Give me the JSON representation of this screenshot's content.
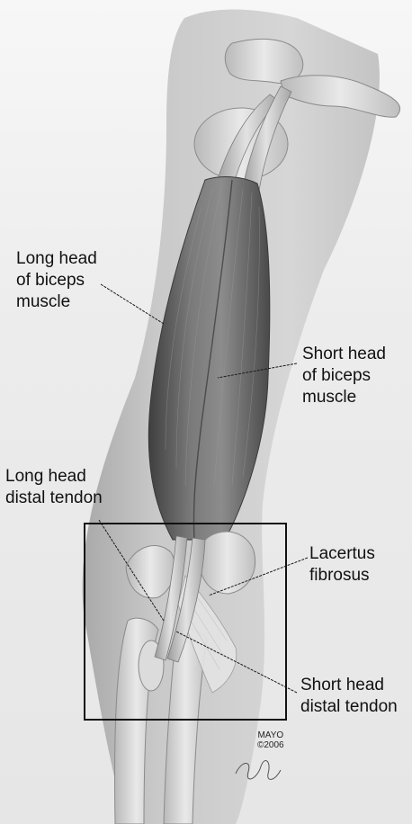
{
  "labels": {
    "long_head_muscle": [
      "Long head",
      "of biceps",
      "muscle"
    ],
    "short_head_muscle": [
      "Short head",
      "of biceps",
      "muscle"
    ],
    "long_head_tendon": [
      "Long head",
      "distal tendon"
    ],
    "lacertus_fibrosus": [
      "Lacertus",
      "fibrosus"
    ],
    "short_head_tendon": [
      "Short head",
      "distal tendon"
    ]
  },
  "credit": [
    "MAYO",
    "©2006"
  ],
  "colors": {
    "muscle": "#5e5e5e",
    "bone": "#d4d4d4",
    "skin": "#bdbdbd",
    "frame": "#111111"
  }
}
